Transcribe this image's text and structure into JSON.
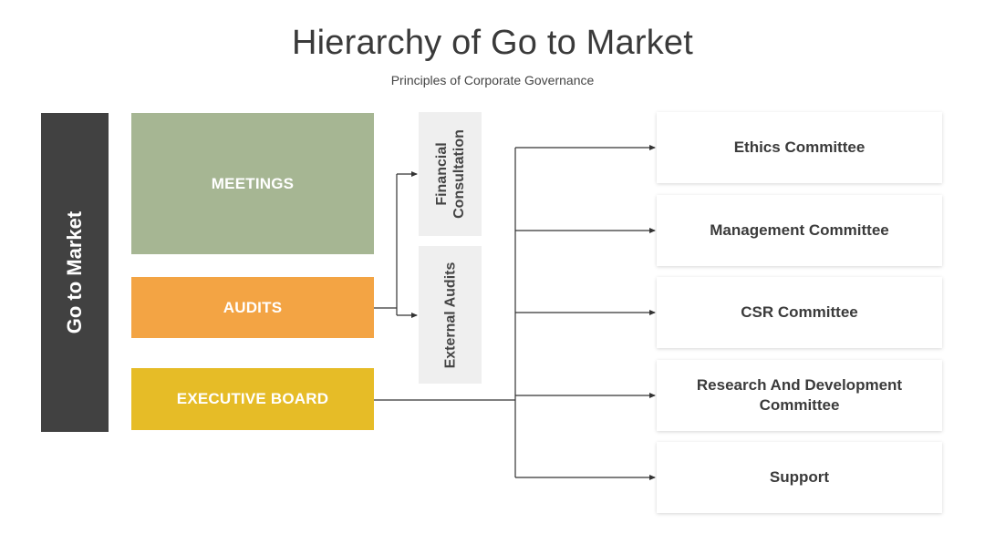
{
  "header": {
    "title": "Hierarchy of Go to Market",
    "subtitle": "Principles of Corporate Governance"
  },
  "side_bar": {
    "label": "Go to Market"
  },
  "blocks": {
    "meetings": "MEETINGS",
    "audits": "AUDITS",
    "executive_board": "EXECUTIVE BOARD"
  },
  "vertical_boxes": {
    "financial_line1": "Financial",
    "financial_line2": "Consultation",
    "external_audits": "External Audits"
  },
  "committees": [
    "Ethics Committee",
    "Management Committee",
    "CSR Committee",
    "Research And Development Committee",
    "Support"
  ],
  "colors": {
    "meetings": "#a6b693",
    "audits": "#f3a444",
    "executive_board": "#e6bc27",
    "side_bar": "#414141",
    "vertical_box": "#efefef",
    "connector": "#333333"
  }
}
